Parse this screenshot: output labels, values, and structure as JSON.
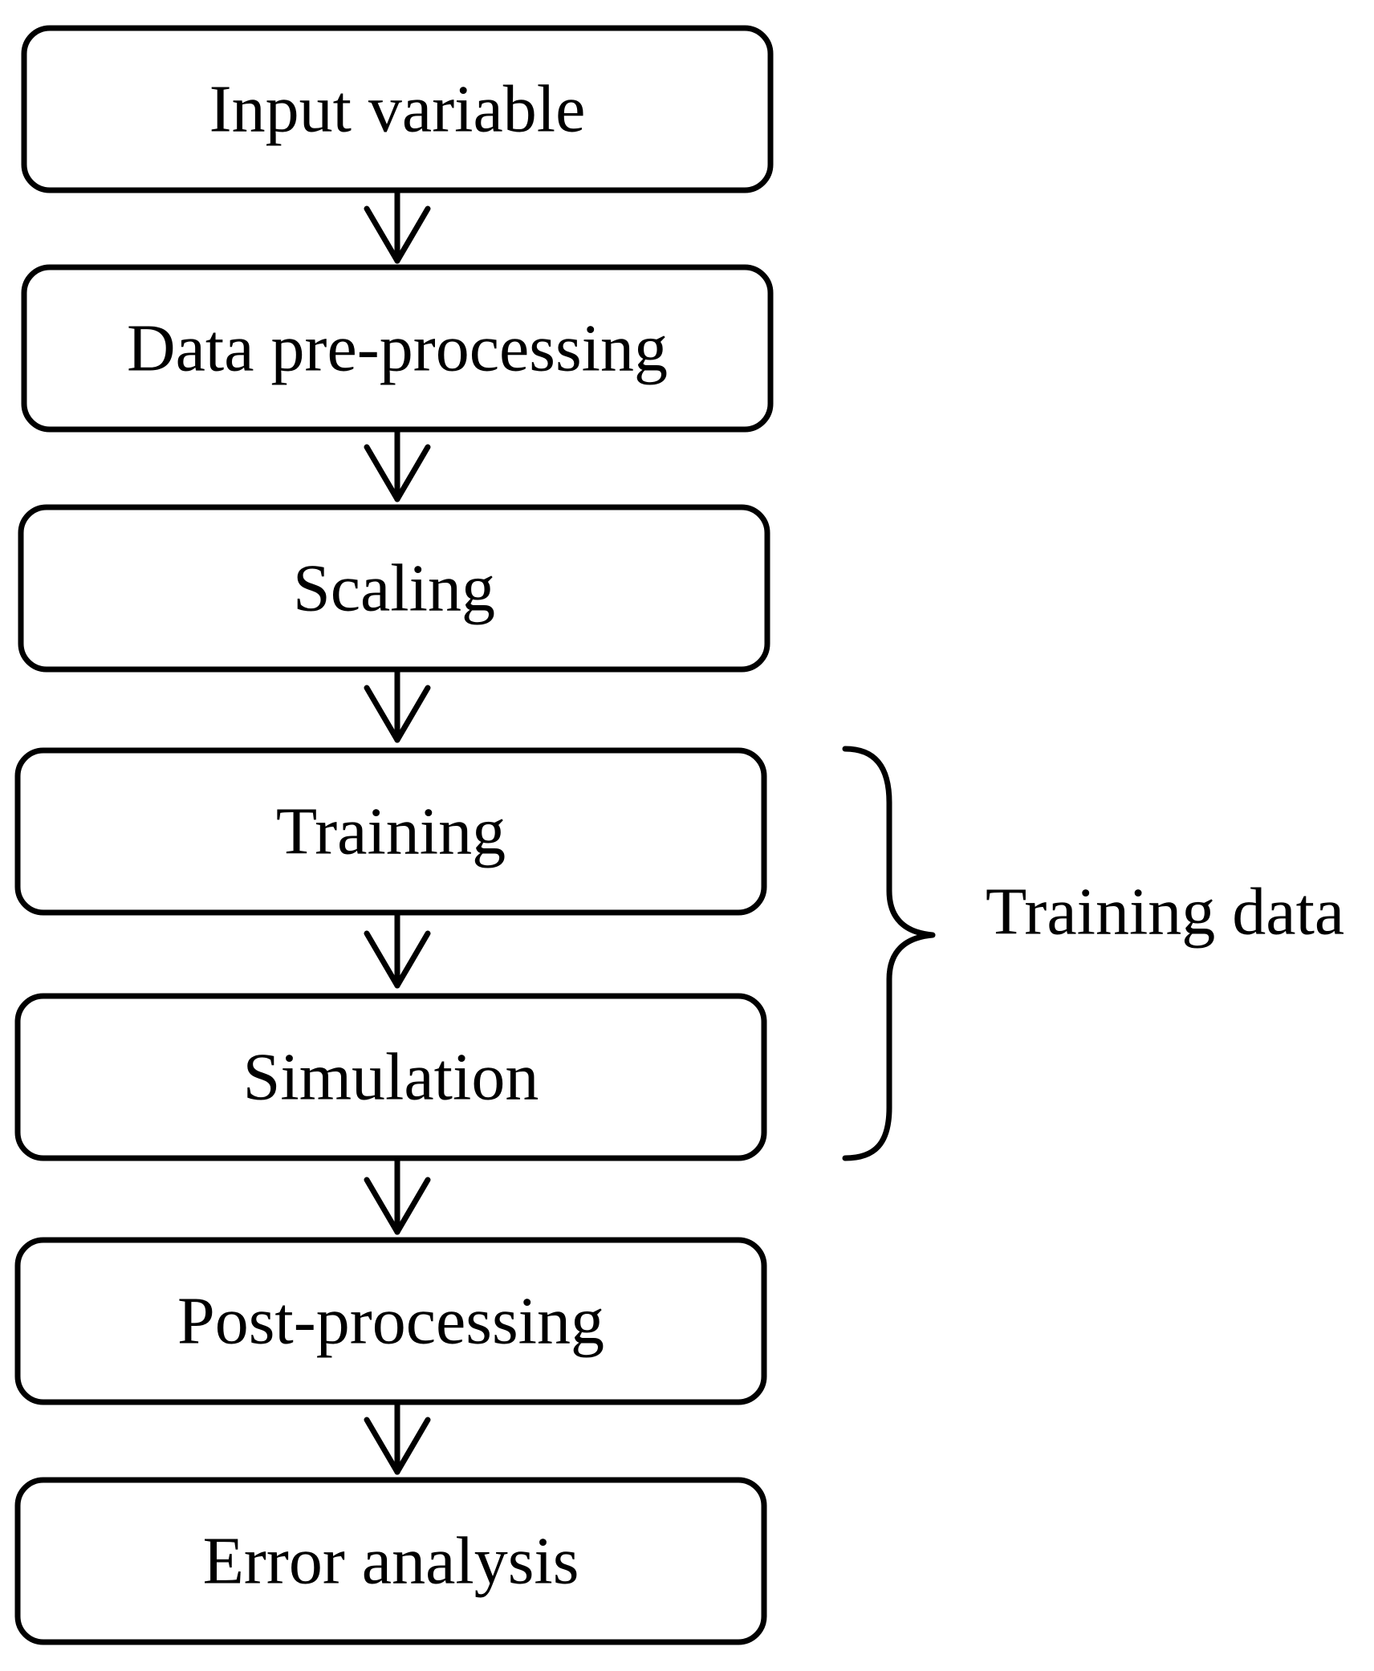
{
  "steps": [
    {
      "label": "Input variable"
    },
    {
      "label": "Data pre-processing"
    },
    {
      "label": "Scaling"
    },
    {
      "label": "Training"
    },
    {
      "label": "Simulation"
    },
    {
      "label": "Post-processing"
    },
    {
      "label": "Error analysis"
    }
  ],
  "bracket": {
    "label": "Training data",
    "spans": [
      "Training",
      "Simulation"
    ]
  }
}
